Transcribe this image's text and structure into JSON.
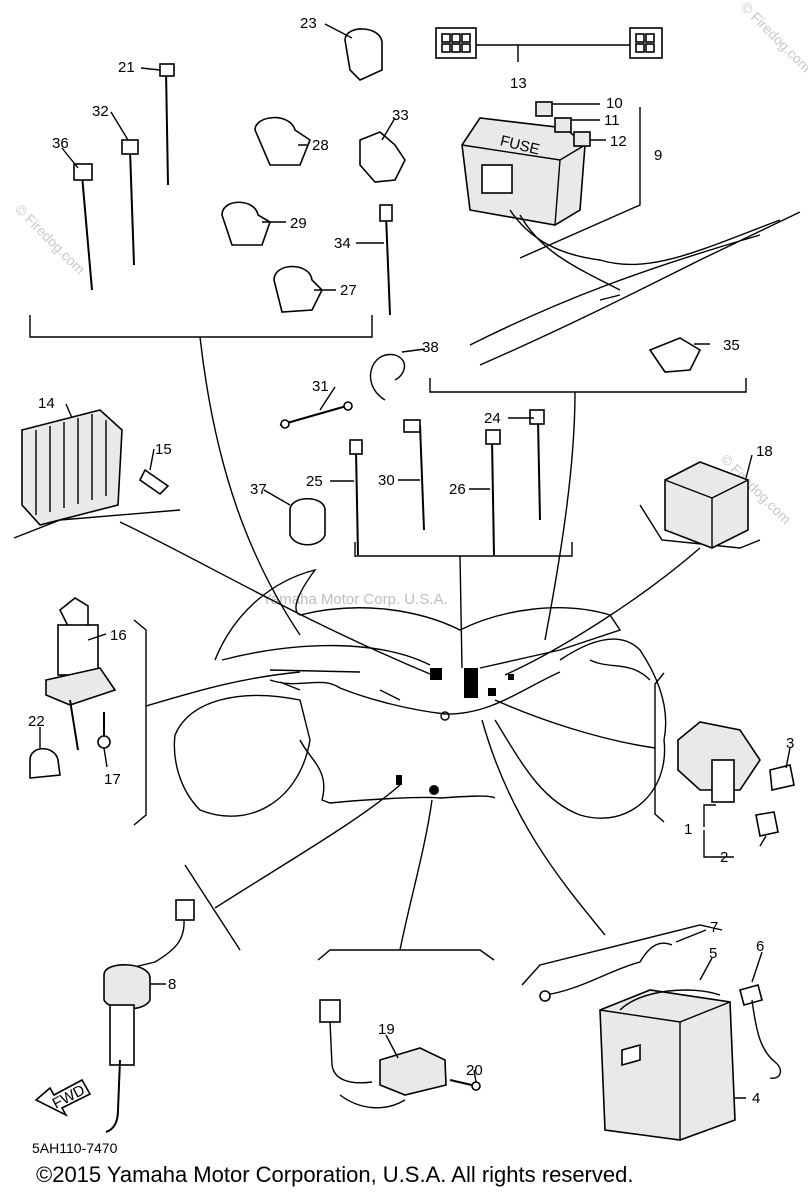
{
  "watermark": {
    "site": "© Firedog.com",
    "center": "Yamaha Motor Corp. U.S.A."
  },
  "box_labels": {
    "fuse": "FUSE",
    "fwd": "FWD"
  },
  "callouts": [
    "1",
    "2",
    "3",
    "4",
    "5",
    "6",
    "7",
    "8",
    "9",
    "10",
    "11",
    "12",
    "13",
    "14",
    "15",
    "16",
    "17",
    "18",
    "19",
    "20",
    "21",
    "22",
    "23",
    "24",
    "25",
    "26",
    "27",
    "28",
    "29",
    "30",
    "31",
    "32",
    "33",
    "34",
    "35",
    "36",
    "37",
    "38"
  ],
  "part_code": "5AH110-7470",
  "copyright": "©2015 Yamaha Motor Corporation, U.S.A. All rights reserved."
}
